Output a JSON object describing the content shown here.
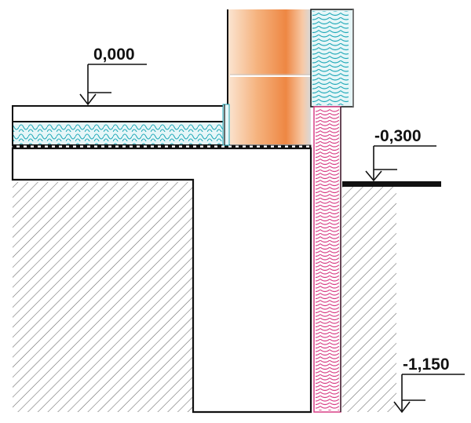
{
  "levels": {
    "floor": "0,000",
    "ground": "-0,300",
    "foundation": "-1,150"
  },
  "colors": {
    "line": "#111111",
    "brick_light": "#fbe3cf",
    "brick_dark": "#ee8a46",
    "insulation": "#21a9b8",
    "insulation_fill": "#e6f6f8",
    "foundation_insulation": "#d83f86",
    "soil_hatch": "#555555"
  }
}
